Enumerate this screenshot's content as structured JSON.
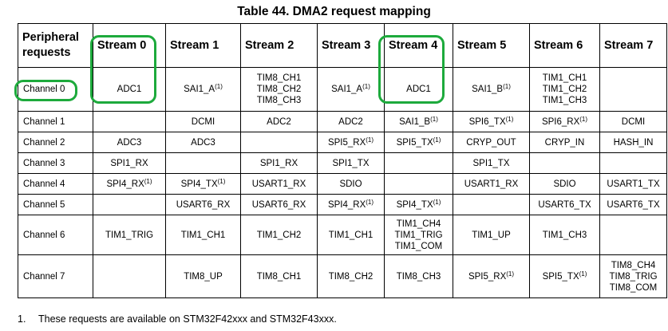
{
  "title": "Table 44. DMA2 request mapping",
  "header": {
    "first_col": "Peripheral requests",
    "streams": [
      "Stream 0",
      "Stream 1",
      "Stream 2",
      "Stream 3",
      "Stream 4",
      "Stream 5",
      "Stream 6",
      "Stream 7"
    ]
  },
  "rows": [
    {
      "channel": "Channel 0",
      "cells": [
        [
          {
            "t": "ADC1"
          }
        ],
        [
          {
            "t": "SAI1_A",
            "sup": "(1)"
          }
        ],
        [
          {
            "t": "TIM8_CH1"
          },
          {
            "t": "TIM8_CH2"
          },
          {
            "t": "TIM8_CH3"
          }
        ],
        [
          {
            "t": "SAI1_A",
            "sup": "(1)"
          }
        ],
        [
          {
            "t": "ADC1"
          }
        ],
        [
          {
            "t": "SAI1_B",
            "sup": "(1)"
          }
        ],
        [
          {
            "t": "TIM1_CH1"
          },
          {
            "t": "TIM1_CH2"
          },
          {
            "t": "TIM1_CH3"
          }
        ],
        []
      ]
    },
    {
      "channel": "Channel 1",
      "cells": [
        [],
        [
          {
            "t": "DCMI"
          }
        ],
        [
          {
            "t": "ADC2"
          }
        ],
        [
          {
            "t": "ADC2"
          }
        ],
        [
          {
            "t": "SAI1_B",
            "sup": "(1)"
          }
        ],
        [
          {
            "t": "SPI6_TX",
            "sup": "(1)"
          }
        ],
        [
          {
            "t": "SPI6_RX",
            "sup": "(1)"
          }
        ],
        [
          {
            "t": "DCMI"
          }
        ]
      ]
    },
    {
      "channel": "Channel 2",
      "cells": [
        [
          {
            "t": "ADC3"
          }
        ],
        [
          {
            "t": "ADC3"
          }
        ],
        [],
        [
          {
            "t": "SPI5_RX",
            "sup": "(1)"
          }
        ],
        [
          {
            "t": "SPI5_TX",
            "sup": "(1)"
          }
        ],
        [
          {
            "t": "CRYP_OUT"
          }
        ],
        [
          {
            "t": "CRYP_IN"
          }
        ],
        [
          {
            "t": "HASH_IN"
          }
        ]
      ]
    },
    {
      "channel": "Channel 3",
      "cells": [
        [
          {
            "t": "SPI1_RX"
          }
        ],
        [],
        [
          {
            "t": "SPI1_RX"
          }
        ],
        [
          {
            "t": "SPI1_TX"
          }
        ],
        [],
        [
          {
            "t": "SPI1_TX"
          }
        ],
        [],
        []
      ]
    },
    {
      "channel": "Channel 4",
      "cells": [
        [
          {
            "t": "SPI4_RX",
            "sup": "(1)"
          }
        ],
        [
          {
            "t": "SPI4_TX",
            "sup": "(1)"
          }
        ],
        [
          {
            "t": "USART1_RX"
          }
        ],
        [
          {
            "t": "SDIO"
          }
        ],
        [],
        [
          {
            "t": "USART1_RX"
          }
        ],
        [
          {
            "t": "SDIO"
          }
        ],
        [
          {
            "t": "USART1_TX"
          }
        ]
      ]
    },
    {
      "channel": "Channel 5",
      "cells": [
        [],
        [
          {
            "t": "USART6_RX"
          }
        ],
        [
          {
            "t": "USART6_RX"
          }
        ],
        [
          {
            "t": "SPI4_RX",
            "sup": "(1)"
          }
        ],
        [
          {
            "t": "SPI4_TX",
            "sup": "(1)"
          }
        ],
        [],
        [
          {
            "t": "USART6_TX"
          }
        ],
        [
          {
            "t": "USART6_TX"
          }
        ]
      ]
    },
    {
      "channel": "Channel 6",
      "cells": [
        [
          {
            "t": "TIM1_TRIG"
          }
        ],
        [
          {
            "t": "TIM1_CH1"
          }
        ],
        [
          {
            "t": "TIM1_CH2"
          }
        ],
        [
          {
            "t": "TIM1_CH1"
          }
        ],
        [
          {
            "t": "TIM1_CH4"
          },
          {
            "t": "TIM1_TRIG"
          },
          {
            "t": "TIM1_COM"
          }
        ],
        [
          {
            "t": "TIM1_UP"
          }
        ],
        [
          {
            "t": "TIM1_CH3"
          }
        ],
        []
      ]
    },
    {
      "channel": "Channel 7",
      "cells": [
        [],
        [
          {
            "t": "TIM8_UP"
          }
        ],
        [
          {
            "t": "TIM8_CH1"
          }
        ],
        [
          {
            "t": "TIM8_CH2"
          }
        ],
        [
          {
            "t": "TIM8_CH3"
          }
        ],
        [
          {
            "t": "SPI5_RX",
            "sup": "(1)"
          }
        ],
        [
          {
            "t": "SPI5_TX",
            "sup": "(1)"
          }
        ],
        [
          {
            "t": "TIM8_CH4"
          },
          {
            "t": "TIM8_TRIG"
          },
          {
            "t": "TIM8_COM"
          }
        ]
      ]
    }
  ],
  "footnote": {
    "number": "1.",
    "text": "These requests are available on STM32F42xxx and STM32F43xxx."
  },
  "highlight_color": "#1daa3c"
}
